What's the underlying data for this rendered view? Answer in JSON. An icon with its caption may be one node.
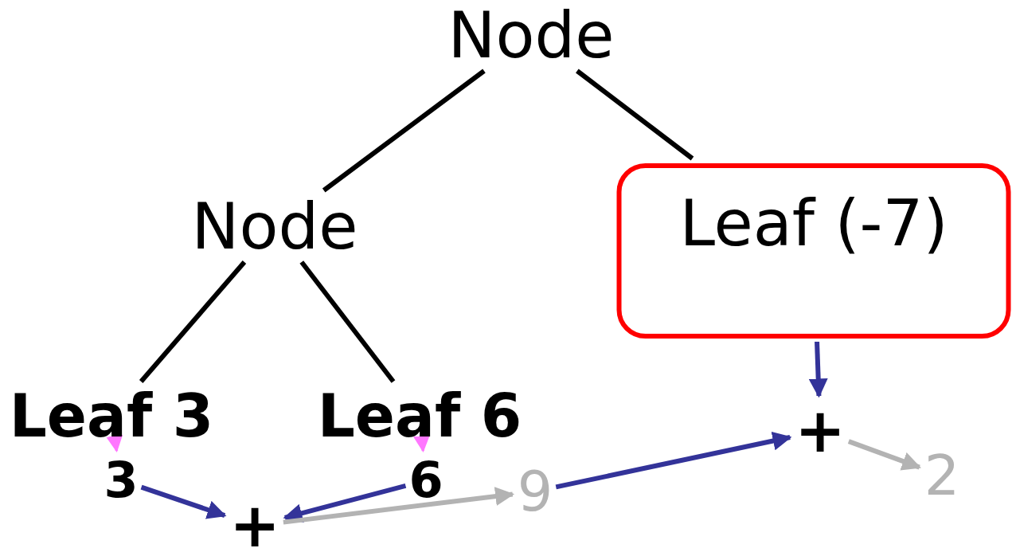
{
  "diagram": {
    "nodes": [
      {
        "text": [
          "Node"
        ]
      },
      {
        "text": [
          "Node"
        ]
      },
      {
        "text": [
          "Leaf (-7)"
        ]
      },
      {
        "text": [
          "Leaf 3"
        ]
      },
      {
        "text": [
          "Leaf 6"
        ]
      },
      {
        "text": [
          "3"
        ]
      },
      {
        "text": [
          "6"
        ]
      },
      {
        "text": [
          "+"
        ]
      },
      {
        "text": [
          "9"
        ]
      },
      {
        "text": [
          "+"
        ]
      },
      {
        "text": [
          "2"
        ]
      }
    ],
    "edges": [
      {
        "from": 0,
        "to": 1,
        "arrow": "none",
        "color": "#000000"
      },
      {
        "from": 0,
        "to": 2,
        "arrow": "none",
        "color": "#000000"
      },
      {
        "from": 1,
        "to": 3,
        "arrow": "none",
        "color": "#000000"
      },
      {
        "from": 1,
        "to": 4,
        "arrow": "none",
        "color": "#000000"
      },
      {
        "from": 3,
        "to": 5,
        "arrow": "to",
        "color": "#ff77ff"
      },
      {
        "from": 4,
        "to": 6,
        "arrow": "to",
        "color": "#ff77ff"
      },
      {
        "from": 5,
        "to": 7,
        "arrow": "to",
        "color": "#333399"
      },
      {
        "from": 6,
        "to": 7,
        "arrow": "to",
        "color": "#333399"
      },
      {
        "from": 7,
        "to": 8,
        "arrow": "to",
        "color": "#b3b3b3"
      },
      {
        "from": 2,
        "to": 9,
        "arrow": "to",
        "color": "#333399"
      },
      {
        "from": 8,
        "to": 9,
        "arrow": "to",
        "color": "#333399"
      },
      {
        "from": 9,
        "to": 10,
        "arrow": "to",
        "color": "#b3b3b3"
      }
    ]
  }
}
